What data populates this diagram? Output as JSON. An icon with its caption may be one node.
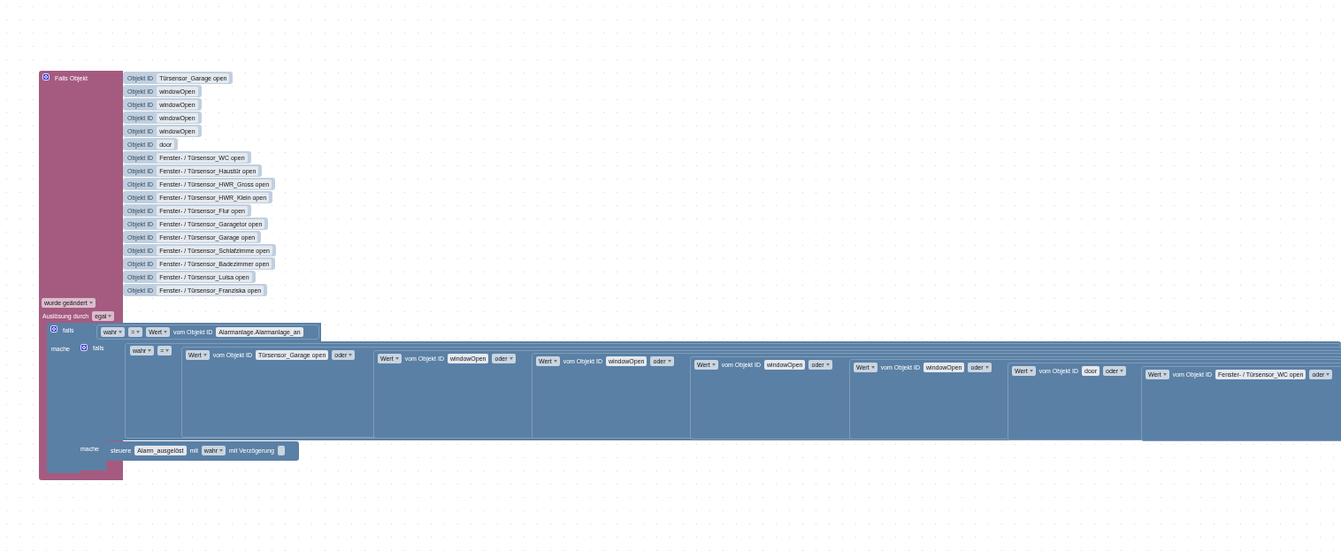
{
  "diagram": {
    "nodes": [
      {
        "text": [
          "Falls Objekt",
          "wurde geändert",
          "Auslösung durch",
          "egal"
        ]
      },
      {
        "text": [
          "Objekt ID",
          "Türsensor_Garage open"
        ],
        "in": 0
      },
      {
        "text": [
          "Objekt ID",
          "windowOpen"
        ],
        "in": 0
      },
      {
        "text": [
          "Objekt ID",
          "windowOpen"
        ],
        "in": 0
      },
      {
        "text": [
          "Objekt ID",
          "windowOpen"
        ],
        "in": 0
      },
      {
        "text": [
          "Objekt ID",
          "windowOpen"
        ],
        "in": 0
      },
      {
        "text": [
          "Objekt ID",
          "door"
        ],
        "in": 0
      },
      {
        "text": [
          "Objekt ID",
          "Fenster- / Türsensor_WC open"
        ],
        "in": 0
      },
      {
        "text": [
          "Objekt ID",
          "Fenster- / Türsensor_Haustür open"
        ],
        "in": 0
      },
      {
        "text": [
          "Objekt ID",
          "Fenster- / Türsensor_HWR_Gross open"
        ],
        "in": 0
      },
      {
        "text": [
          "Objekt ID",
          "Fenster- / Türsensor_HWR_Klein open"
        ],
        "in": 0
      },
      {
        "text": [
          "Objekt ID",
          "Fenster- / Türsensor_Flur open"
        ],
        "in": 0
      },
      {
        "text": [
          "Objekt ID",
          "Fenster- / Türsensor_Garagetor open"
        ],
        "in": 0
      },
      {
        "text": [
          "Objekt ID",
          "Fenster- / Türsensor_Garage open"
        ],
        "in": 0
      },
      {
        "text": [
          "Objekt ID",
          "Fenster- / Türsensor_Schlafzimme open"
        ],
        "in": 0
      },
      {
        "text": [
          "Objekt ID",
          "Fenster- / Türsensor_Badezimmer open"
        ],
        "in": 0
      },
      {
        "text": [
          "Objekt ID",
          "Fenster- / Türsensor_Luisa open"
        ],
        "in": 0
      },
      {
        "text": [
          "Objekt ID",
          "Fenster- / Türsensor_Franziska open"
        ],
        "in": 0
      },
      {
        "text": [
          "falls",
          "mache"
        ],
        "in": 0
      },
      {
        "text": [
          "wahr",
          "=",
          "Wert",
          "vom Objekt ID",
          "Alarmanlage.Alarmanlage_an"
        ],
        "in": 18
      },
      {
        "text": [
          "falls",
          "mache"
        ],
        "in": 18
      },
      {
        "text": [
          "wahr",
          "="
        ],
        "in": 20
      },
      {
        "text": [
          "Wert",
          "vom Objekt ID",
          "Türsensor_Garage open",
          "oder"
        ],
        "in": 21
      },
      {
        "text": [
          "Wert",
          "vom Objekt ID",
          "windowOpen",
          "oder"
        ],
        "in": 22
      },
      {
        "text": [
          "Wert",
          "vom Objekt ID",
          "windowOpen",
          "oder"
        ],
        "in": 23
      },
      {
        "text": [
          "Wert",
          "vom Objekt ID",
          "windowOpen",
          "oder"
        ],
        "in": 24
      },
      {
        "text": [
          "Wert",
          "vom Objekt ID",
          "windowOpen",
          "oder"
        ],
        "in": 25
      },
      {
        "text": [
          "Wert",
          "vom Objekt ID",
          "door",
          "oder"
        ],
        "in": 26
      },
      {
        "text": [
          "Wert",
          "vom Objekt ID",
          "Fenster- / Türsensor_WC open",
          "oder"
        ],
        "in": 27
      },
      {
        "text": [
          "steuere",
          "Alarm_ausgelöst",
          "mit",
          "wahr",
          "mit Verzögerung"
        ],
        "in": 20
      }
    ]
  }
}
